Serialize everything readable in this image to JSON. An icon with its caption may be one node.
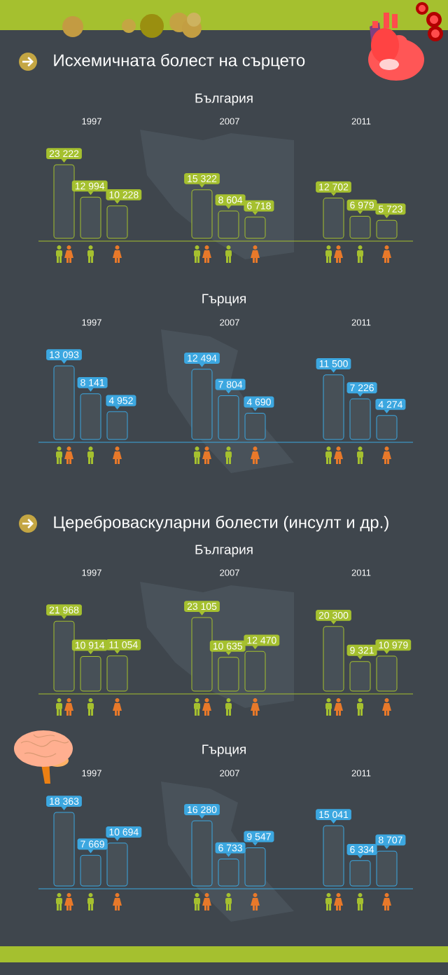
{
  "diagram": {
    "labels": [
      "Исхемичната болест на сърцето",
      "България",
      "1997",
      "2007",
      "2011",
      "23 222",
      "12 994",
      "10 228",
      "15 322",
      "8 604",
      "6 718",
      "12 702",
      "6 979",
      "5 723",
      "Гърция",
      "1997",
      "2007",
      "2011",
      "13 093",
      "8 141",
      "4 952",
      "12 494",
      "7 804",
      "4 690",
      "11 500",
      "7 226",
      "4 274",
      "Цереброваскуларни болести (инсулт и др.)",
      "България",
      "1997",
      "2007",
      "2011",
      "21 968",
      "10 914",
      "11 054",
      "23 105",
      "10 635",
      "12 470",
      "20 300",
      "9 321",
      "10 979",
      "Гърция",
      "1997",
      "2007",
      "2011",
      "18 363",
      "7 669",
      "10 694",
      "16 280",
      "6 733",
      "9 547",
      "15 041",
      "6 334",
      "8 707"
    ]
  }
}
